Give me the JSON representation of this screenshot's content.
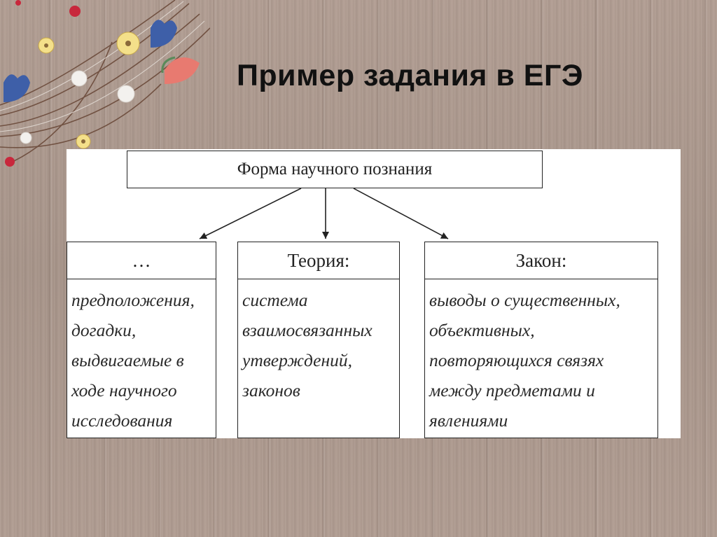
{
  "title": "Пример задания в ЕГЭ",
  "diagram": {
    "root": "Форма научного познания",
    "columns": [
      {
        "head": "…",
        "lines": [
          "предположения,",
          "догадки,",
          "выдвигаемые в",
          "ходе научного",
          "исследования"
        ]
      },
      {
        "head": "Теория:",
        "lines": [
          "система",
          "взаимосвязанных",
          "утверждений,",
          "законов"
        ]
      },
      {
        "head": "Закон:",
        "lines": [
          "выводы о существенных,",
          "объективных,",
          "повторяющихся связях",
          "между предметами и",
          "явлениями"
        ]
      }
    ]
  },
  "colors": {
    "background": "#ab978c",
    "panel": "#ffffff",
    "ink": "#222222"
  }
}
